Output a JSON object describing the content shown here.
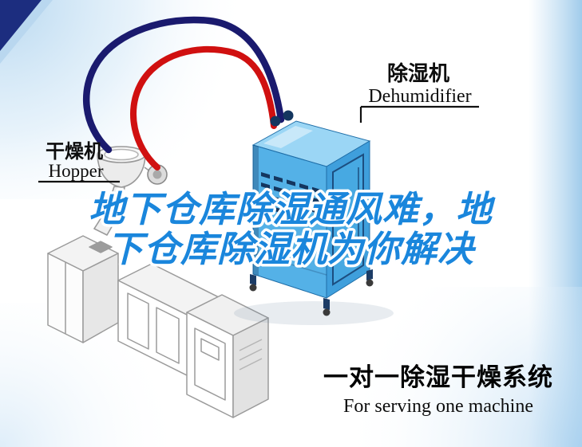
{
  "illustration": {
    "machine_labels": {
      "dehumidifier": {
        "cn": "除湿机",
        "en": "Dehumidifier"
      },
      "hopper": {
        "cn": "干燥机",
        "en": "Hopper"
      }
    }
  },
  "headline": {
    "line1": "地下仓库除湿通风难，地",
    "line2": "下仓库除湿机为你解决"
  },
  "footer": {
    "title_cn": "一对一除湿干燥系统",
    "subtitle_en": "For serving one machine"
  },
  "colors": {
    "headline_text": "#1a86dc",
    "headline_outline": "#ffffff",
    "pipe_red": "#d01010",
    "pipe_navy": "#1a1a6e",
    "machine_top": "#9bd6f5",
    "machine_front": "#54b1e7",
    "machine_side": "#3f9fdc",
    "machine_door": "#47a9e2",
    "machine_detail": "#14365f",
    "corner_triangle": "#1c2d7f",
    "label_text": "#0d0d0d",
    "lineart_stroke": "#9b9b9b"
  }
}
